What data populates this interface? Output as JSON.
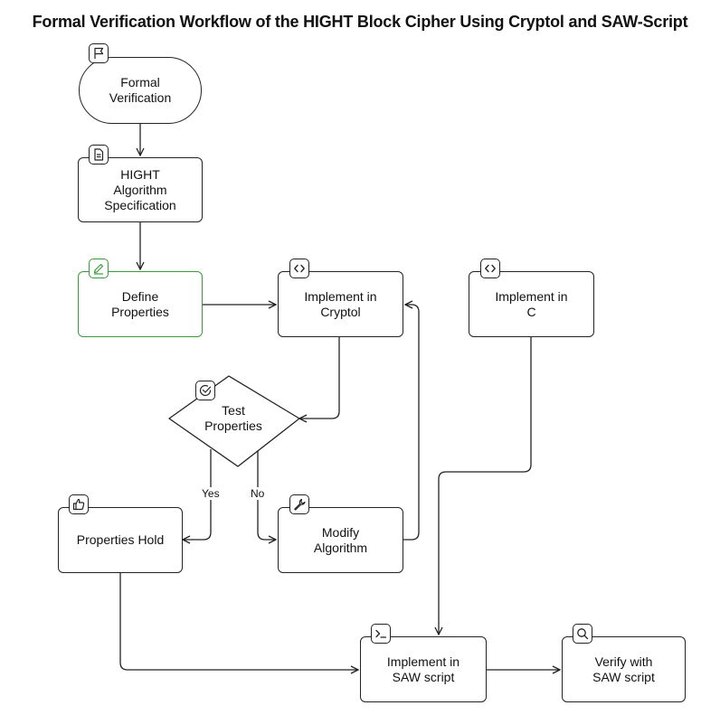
{
  "title": "Formal Verification Workflow of the HIGHT Block Cipher Using Cryptol and SAW-Script",
  "nodes": {
    "formal_verification": {
      "label": "Formal\nVerification",
      "icon": "flag-icon"
    },
    "hight_spec": {
      "label": "HIGHT\nAlgorithm\nSpecification",
      "icon": "document-icon"
    },
    "define_properties": {
      "label": "Define\nProperties",
      "icon": "pencil-icon",
      "color": "#3a9a3a"
    },
    "implement_cryptol": {
      "label": "Implement in\nCryptol",
      "icon": "code-icon"
    },
    "implement_c": {
      "label": "Implement in\nC",
      "icon": "code-icon"
    },
    "test_properties": {
      "label": "Test\nProperties",
      "icon": "check-circle-icon"
    },
    "properties_hold": {
      "label": "Properties Hold",
      "icon": "thumbs-up-icon"
    },
    "modify_algorithm": {
      "label": "Modify\nAlgorithm",
      "icon": "wrench-icon"
    },
    "implement_saw": {
      "label": "Implement in\nSAW script",
      "icon": "terminal-icon"
    },
    "verify_saw": {
      "label": "Verify with\nSAW script",
      "icon": "search-icon"
    }
  },
  "edges": {
    "yes_label": "Yes",
    "no_label": "No"
  }
}
